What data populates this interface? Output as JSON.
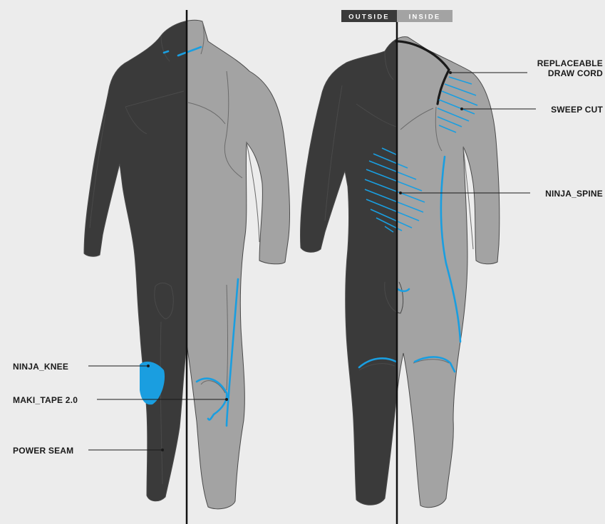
{
  "tabs": {
    "outside": "OUTSIDE",
    "inside": "INSIDE"
  },
  "labels": {
    "ninja_knee": "NINJA_KNEE",
    "maki_tape": "MAKI_TAPE 2.0",
    "power_seam": "POWER SEAM",
    "draw_cord_line1": "REPLACEABLE",
    "draw_cord_line2": "DRAW CORD",
    "sweep_cut": "SWEEP CUT",
    "ninja_spine": "NINJA_SPINE"
  },
  "colors": {
    "background": "#ececec",
    "outside_neoprene": "#3a3a3a",
    "inside_lining": "#a3a3a3",
    "feature_blue": "#1a9ee0",
    "divider": "#111111"
  }
}
